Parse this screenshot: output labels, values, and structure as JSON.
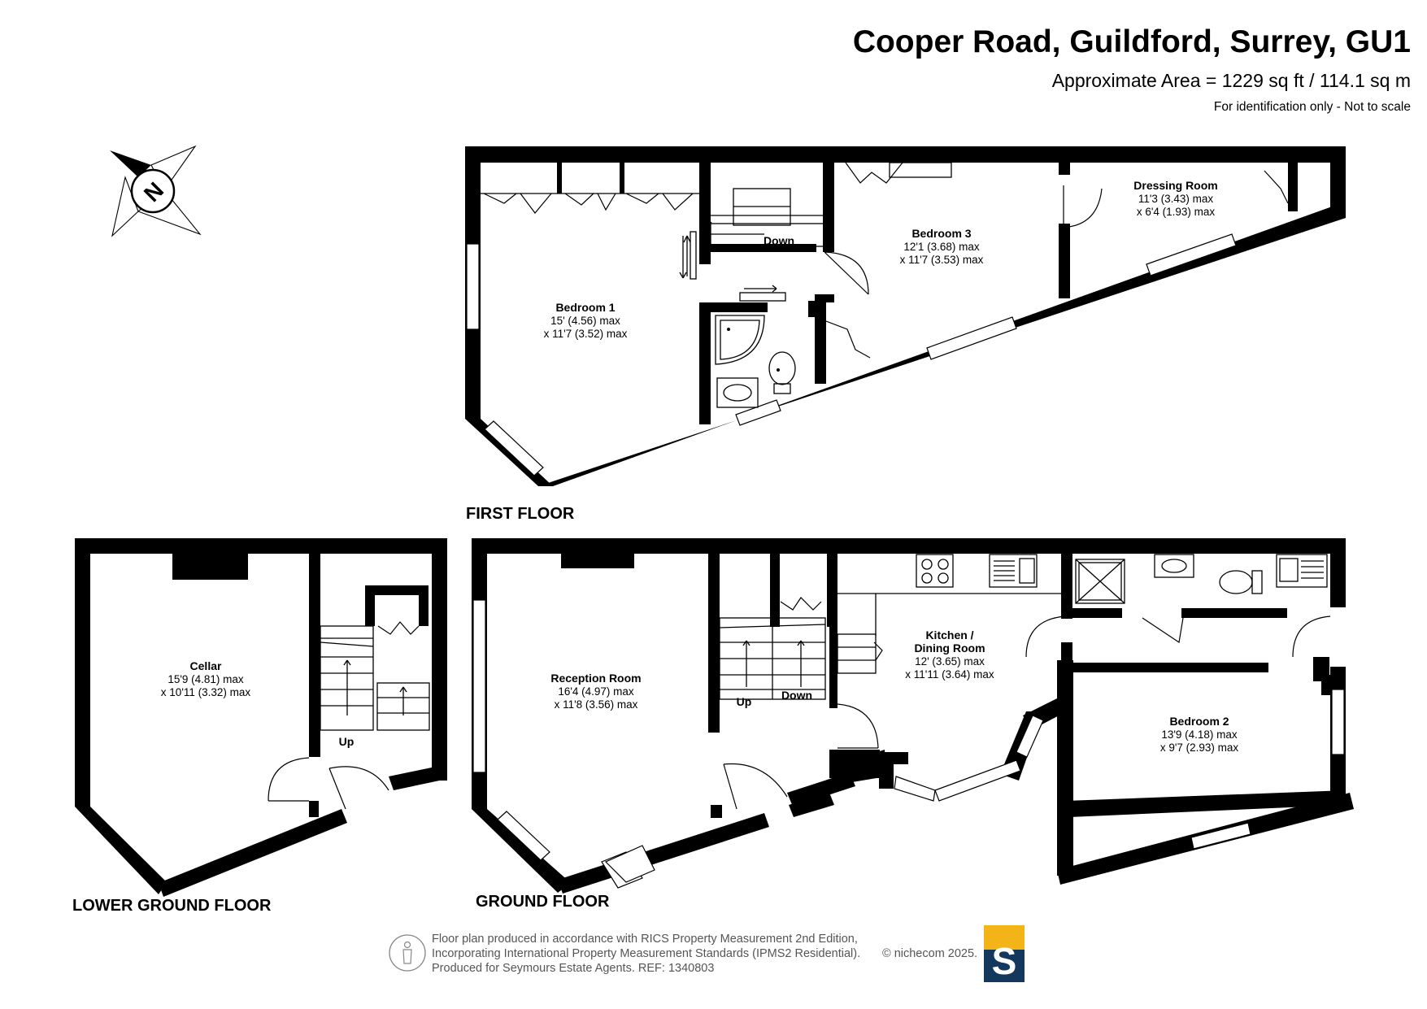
{
  "header": {
    "title": "Cooper Road, Guildford, Surrey, GU1",
    "area": "Approximate Area = 1229 sq ft / 114.1 sq m",
    "note": "For identification only - Not to scale"
  },
  "compass": {
    "letter": "N"
  },
  "floors": {
    "first": "FIRST FLOOR",
    "ground": "GROUND FLOOR",
    "lower": "LOWER GROUND FLOOR"
  },
  "rooms": {
    "bedroom1": {
      "name": "Bedroom 1",
      "dim1": "15' (4.56) max",
      "dim2": "x 11'7 (3.52) max"
    },
    "bedroom3": {
      "name": "Bedroom 3",
      "dim1": "12'1 (3.68) max",
      "dim2": "x 11'7 (3.53) max"
    },
    "dressing": {
      "name": "Dressing Room",
      "dim1": "11'3 (3.43) max",
      "dim2": "x 6'4 (1.93) max"
    },
    "cellar": {
      "name": "Cellar",
      "dim1": "15'9 (4.81) max",
      "dim2": "x 10'11 (3.32) max"
    },
    "reception": {
      "name": "Reception Room",
      "dim1": "16'4 (4.97) max",
      "dim2": "x 11'8 (3.56) max"
    },
    "kitchen": {
      "name": "Kitchen /",
      "name2": "Dining Room",
      "dim1": "12' (3.65) max",
      "dim2": "x 11'11 (3.64) max"
    },
    "bedroom2": {
      "name": "Bedroom 2",
      "dim1": "13'9 (4.18) max",
      "dim2": "x 9'7 (2.93) max"
    }
  },
  "stair_labels": {
    "first_down": "Down",
    "cellar_up": "Up",
    "ground_up": "Up",
    "ground_down": "Down"
  },
  "footer": {
    "line1": "Floor plan produced in accordance with RICS Property Measurement 2nd Edition,",
    "line2": "Incorporating International Property Measurement Standards (IPMS2 Residential).",
    "line3": "Produced for Seymours Estate Agents.   REF: 1340803",
    "credit": "© nichecom 2025.",
    "logo_letter": "S",
    "colors": {
      "logo_top": "#f3b417",
      "logo_bottom": "#14375e"
    }
  }
}
